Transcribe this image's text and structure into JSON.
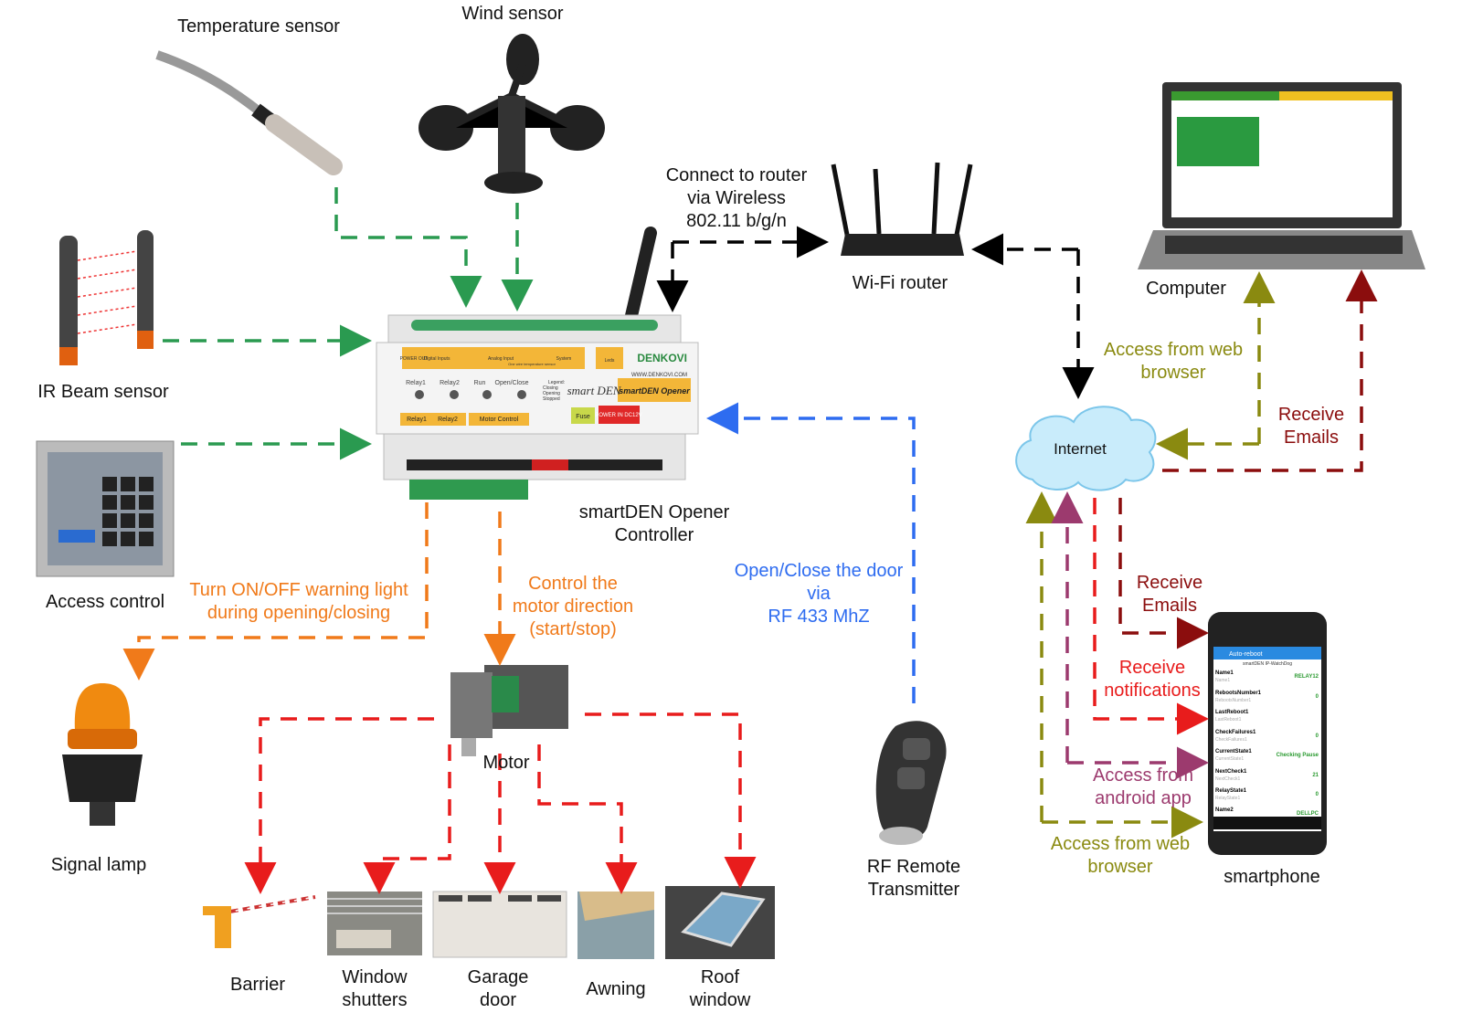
{
  "devices": {
    "temperature_sensor": "Temperature sensor",
    "wind_sensor": "Wind sensor",
    "ir_beam_sensor": "IR Beam sensor",
    "access_control": "Access control",
    "controller": [
      "smartDEN Opener",
      "Controller"
    ],
    "wifi_router": "Wi-Fi router",
    "computer": "Computer",
    "internet": "Internet",
    "signal_lamp": "Signal lamp",
    "motor": "Motor",
    "rf_remote": [
      "RF Remote",
      "Transmitter"
    ],
    "smartphone": "smartphone",
    "barrier": "Barrier",
    "window_shutters": [
      "Window",
      "shutters"
    ],
    "garage_door": [
      "Garage",
      "door"
    ],
    "awning": "Awning",
    "roof_window": [
      "Roof",
      "window"
    ]
  },
  "annotations": {
    "wireless": [
      "Connect to router",
      "via Wireless",
      "802.11 b/g/n"
    ],
    "warning_light": [
      "Turn ON/OFF warning light",
      "during opening/closing"
    ],
    "motor_direction": [
      "Control the",
      "motor direction",
      "(start/stop)"
    ],
    "rf_open_close": [
      "Open/Close the door",
      "via",
      "RF 433 MhZ"
    ],
    "web_browser_computer": [
      "Access from web",
      "browser"
    ],
    "emails_computer": [
      "Receive",
      "Emails"
    ],
    "emails_phone": [
      "Receive",
      "Emails"
    ],
    "notifications_phone": [
      "Receive",
      "notifications"
    ],
    "android_app": [
      "Access from",
      "android app"
    ],
    "web_browser_phone": [
      "Access from web",
      "browser"
    ]
  },
  "controller_panel": {
    "brand": "DENKOVI",
    "logo": "smart DEN",
    "product": "smartDEN Opener",
    "website": "WWW.DENKOVI.COM",
    "sections": [
      "POWER OUT",
      "Digital Inputs",
      "Analog Input",
      "One wire temperature sensor",
      "System",
      "Leds"
    ],
    "buttons": [
      "Relay1",
      "Relay2",
      "Run",
      "Open/Close"
    ],
    "legend": [
      "Legend:",
      "Closing",
      "Opening",
      "Stopped"
    ],
    "terminals": [
      "Relay1",
      "Relay2",
      "Motor Control",
      "Fuse",
      "POWER IN DC12V"
    ]
  },
  "phone_app": {
    "title": "Auto-reboot",
    "subtitle": "smartDEN IP-WatchDog",
    "rows": [
      {
        "name": "Name1",
        "sub": "Name1",
        "value": "RELAY12"
      },
      {
        "name": "RebootsNumber1",
        "sub": "RebootsNumber1",
        "value": "0"
      },
      {
        "name": "LastReboot1",
        "sub": "LastReboot1",
        "value": ""
      },
      {
        "name": "CheckFailures1",
        "sub": "CheckFailures1",
        "value": "0"
      },
      {
        "name": "CurrentState1",
        "sub": "CurrentState1",
        "value": "Checking Pause"
      },
      {
        "name": "NextCheck1",
        "sub": "NextCheck1",
        "value": "21"
      },
      {
        "name": "RelayState1",
        "sub": "RelayState1",
        "value": "0"
      },
      {
        "name": "Name2",
        "sub": "",
        "value": "DELLPC"
      }
    ]
  },
  "colors": {
    "sensor_links": "#2a9a50",
    "wireless_links": "#000000",
    "rf_link": "#2e6cf0",
    "controller_outputs": "#f07a1a",
    "motor_outputs": "#e81c1c",
    "emails": "#8b0d0d",
    "web_browser": "#8a8a10",
    "android_app": "#9c3a6e",
    "internet_cloud": "#c9ecfb"
  }
}
